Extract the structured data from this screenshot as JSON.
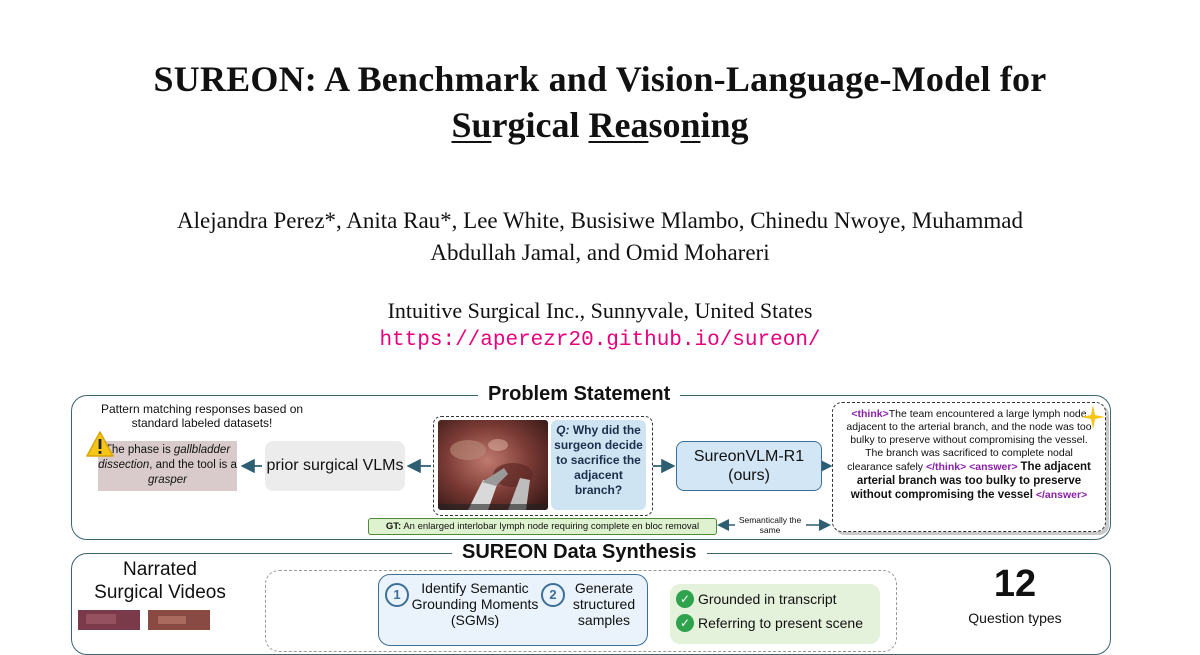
{
  "title": {
    "line1": "SUREON: A Benchmark and Vision-Language-Model for",
    "line2_parts": [
      "Su",
      "rgical ",
      "Rea",
      "so",
      "n",
      "ing"
    ]
  },
  "authors": {
    "line1": "Alejandra Perez*, Anita Rau*, Lee White, Busisiwe Mlambo, Chinedu Nwoye, Muhammad",
    "line2": "Abdullah Jamal, and Omid Mohareri"
  },
  "affiliation": "Intuitive Surgical Inc., Sunnyvale, United States",
  "url": "https://aperezr20.github.io/sureon/",
  "figure": {
    "problem_statement": {
      "title": "Problem Statement",
      "pattern_note": "Pattern matching responses based on standard labeled datasets!",
      "wrong_answer_parts": [
        "The phase is ",
        "gallbladder dissection",
        ", and the tool is a ",
        "grasper"
      ],
      "prior_vlms": "prior surgical VLMs",
      "question_prefix": "Q:",
      "question": "Why did the surgeon decide to sacrifice the adjacent branch?",
      "model_name": "SureonVLM-R1",
      "model_tag": "(ours)",
      "think_open": "<think>",
      "think_text": "The team encountered a large lymph node adjacent to the arterial branch, and the node was too bulky to preserve without compromising the vessel. The branch was sacrificed to complete nodal clearance safely",
      "think_close": "</think>",
      "answer_open": "<answer>",
      "answer_text": "The adjacent arterial branch was too bulky to preserve without compromising the vessel",
      "answer_close": "</answer>",
      "gt_prefix": "GT:",
      "gt_text": "An enlarged interlobar lymph node requiring complete en bloc removal",
      "semantic_note": "Semantically the same"
    },
    "data_synthesis": {
      "title": "SUREON Data Synthesis",
      "narrated_videos": "Narrated Surgical Videos",
      "step1_num": "1",
      "step1_label": "Identify Semantic Grounding Moments (SGMs)",
      "step2_num": "2",
      "step2_label": "Generate structured samples",
      "check1": "Grounded in transcript",
      "check2": "Referring to present scene",
      "qtypes_count": "12",
      "qtypes_label": "Question types"
    }
  },
  "colors": {
    "url": "#e6007e",
    "panel_border": "#3d6470",
    "model_box": "#d2e6f6",
    "question_box": "#cfe4f3",
    "gt_box": "#dff2cf",
    "check_green": "#2ea24d",
    "think_tag": "#8a1fa8"
  }
}
